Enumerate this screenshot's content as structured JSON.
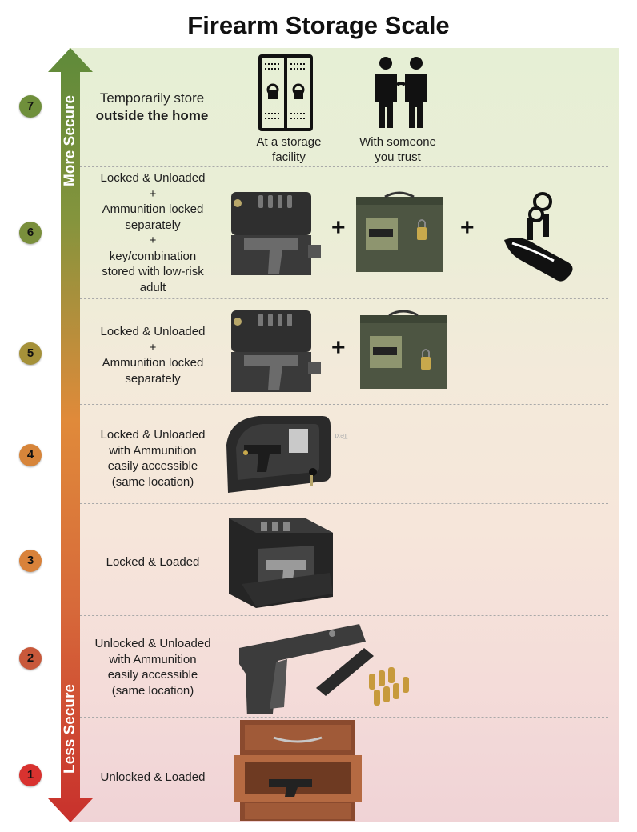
{
  "title": "Firearm Storage Scale",
  "arrow": {
    "top_label": "More Secure",
    "bottom_label": "Less Secure",
    "top_color": "#6b8e3a",
    "bottom_color": "#c9302c"
  },
  "levels": [
    {
      "number": "7",
      "color": "#6f8f3b",
      "description_lines": [
        "Temporarily store"
      ],
      "description_bold": "outside the home",
      "options": [
        {
          "icon": "storage-locker-icon",
          "caption_lines": [
            "At a storage",
            "facility"
          ]
        },
        {
          "icon": "two-people-icon",
          "caption_lines": [
            "With someone",
            "you trust"
          ]
        }
      ]
    },
    {
      "number": "6",
      "color": "#7a8f3c",
      "description_lines": [
        "Locked & Unloaded",
        "+",
        "Ammunition locked",
        "separately",
        "+",
        "key/combination",
        "stored with low-risk",
        "adult"
      ],
      "items": [
        "lockbox-with-pistol",
        "ammo-can-locked",
        "hand-holding-keys-icon"
      ],
      "plus": "+"
    },
    {
      "number": "5",
      "color": "#a59139",
      "description_lines": [
        "Locked & Unloaded",
        "+",
        "Ammunition locked",
        "separately"
      ],
      "items": [
        "lockbox-with-pistol",
        "ammo-can-locked"
      ],
      "plus": "+"
    },
    {
      "number": "4",
      "color": "#d7853a",
      "description_lines": [
        "Locked & Unloaded",
        "with Ammunition",
        "easily accessible",
        "(same location)"
      ],
      "items": [
        "soft-case-with-pistol"
      ],
      "ghost_text": "Text"
    },
    {
      "number": "3",
      "color": "#d9823a",
      "description_lines": [
        "Locked & Loaded"
      ],
      "items": [
        "open-gun-safe"
      ]
    },
    {
      "number": "2",
      "color": "#c8583a",
      "description_lines": [
        "Unlocked & Unloaded",
        "with Ammunition",
        "easily accessible",
        "(same location)"
      ],
      "items": [
        "pistol-magazine-bullets"
      ]
    },
    {
      "number": "1",
      "color": "#d8322f",
      "description_lines": [
        "Unlocked & Loaded"
      ],
      "items": [
        "drawer-with-pistol"
      ]
    }
  ]
}
